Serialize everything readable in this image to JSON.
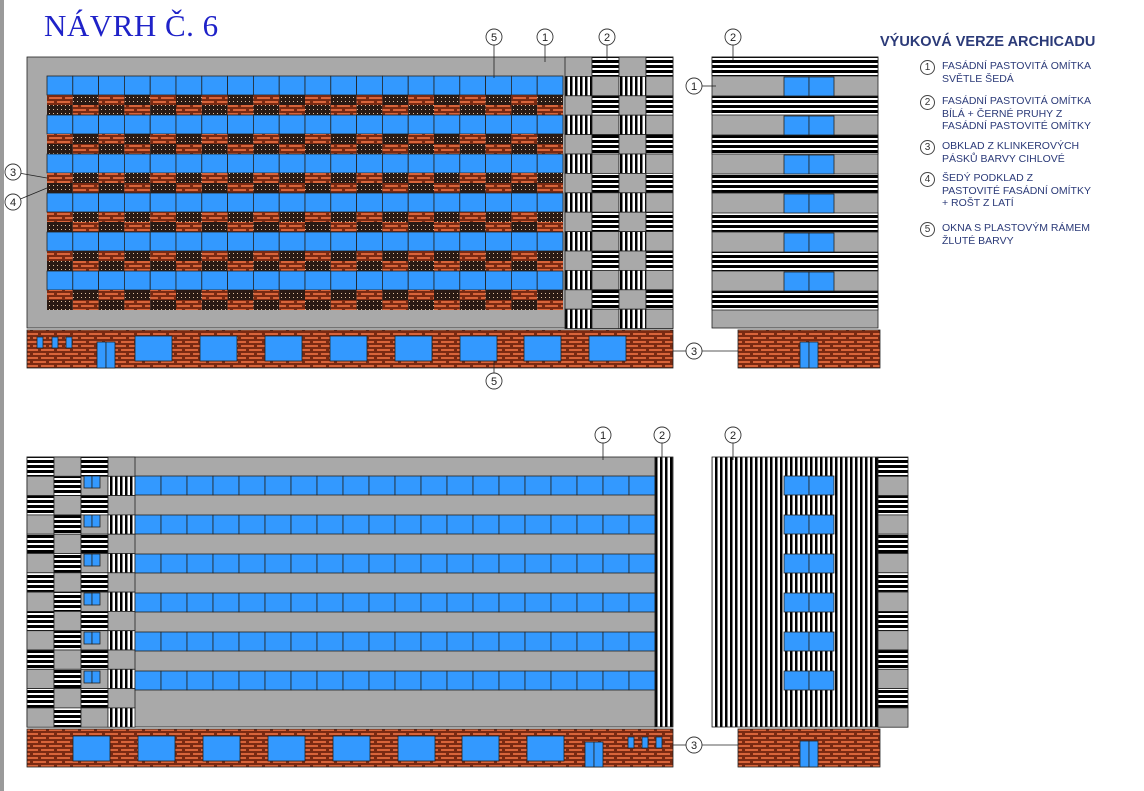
{
  "title": "NÁVRH Č. 6",
  "legend": {
    "title": "VÝUKOVÁ VERZE ARCHICADU",
    "items": [
      {
        "num": "1",
        "lines": [
          "FASÁDNÍ PASTOVITÁ OMÍTKA",
          "SVĚTLE ŠEDÁ"
        ]
      },
      {
        "num": "2",
        "lines": [
          "FASÁDNÍ PASTOVITÁ OMÍTKA",
          "BÍLÁ + ČERNÉ PRUHY Z",
          "FASÁDNÍ PASTOVITÉ OMÍTKY"
        ]
      },
      {
        "num": "3",
        "lines": [
          "OBKLAD Z KLINKEROVÝCH",
          "PÁSKŮ BARVY CIHLOVÉ"
        ]
      },
      {
        "num": "4",
        "lines": [
          "ŠEDÝ PODKLAD Z",
          "PASTOVITÉ FASÁDNÍ OMÍTKY",
          "+ ROŠT Z LATÍ"
        ]
      },
      {
        "num": "5",
        "lines": [
          "OKNA S PLASTOVÝM RÁMEM",
          "ŽLUTÉ BARVY"
        ]
      }
    ]
  },
  "callouts": [
    "5",
    "1",
    "2",
    "2",
    "1",
    "3",
    "4",
    "3",
    "5",
    "1",
    "2",
    "2",
    "3"
  ],
  "colors": {
    "title": "#1f22c8",
    "legend": "#2b3a78",
    "grey": "#a9a9a9",
    "window": "#3399ff",
    "brick": "#9c3a1c",
    "mortar": "#e8a070"
  }
}
